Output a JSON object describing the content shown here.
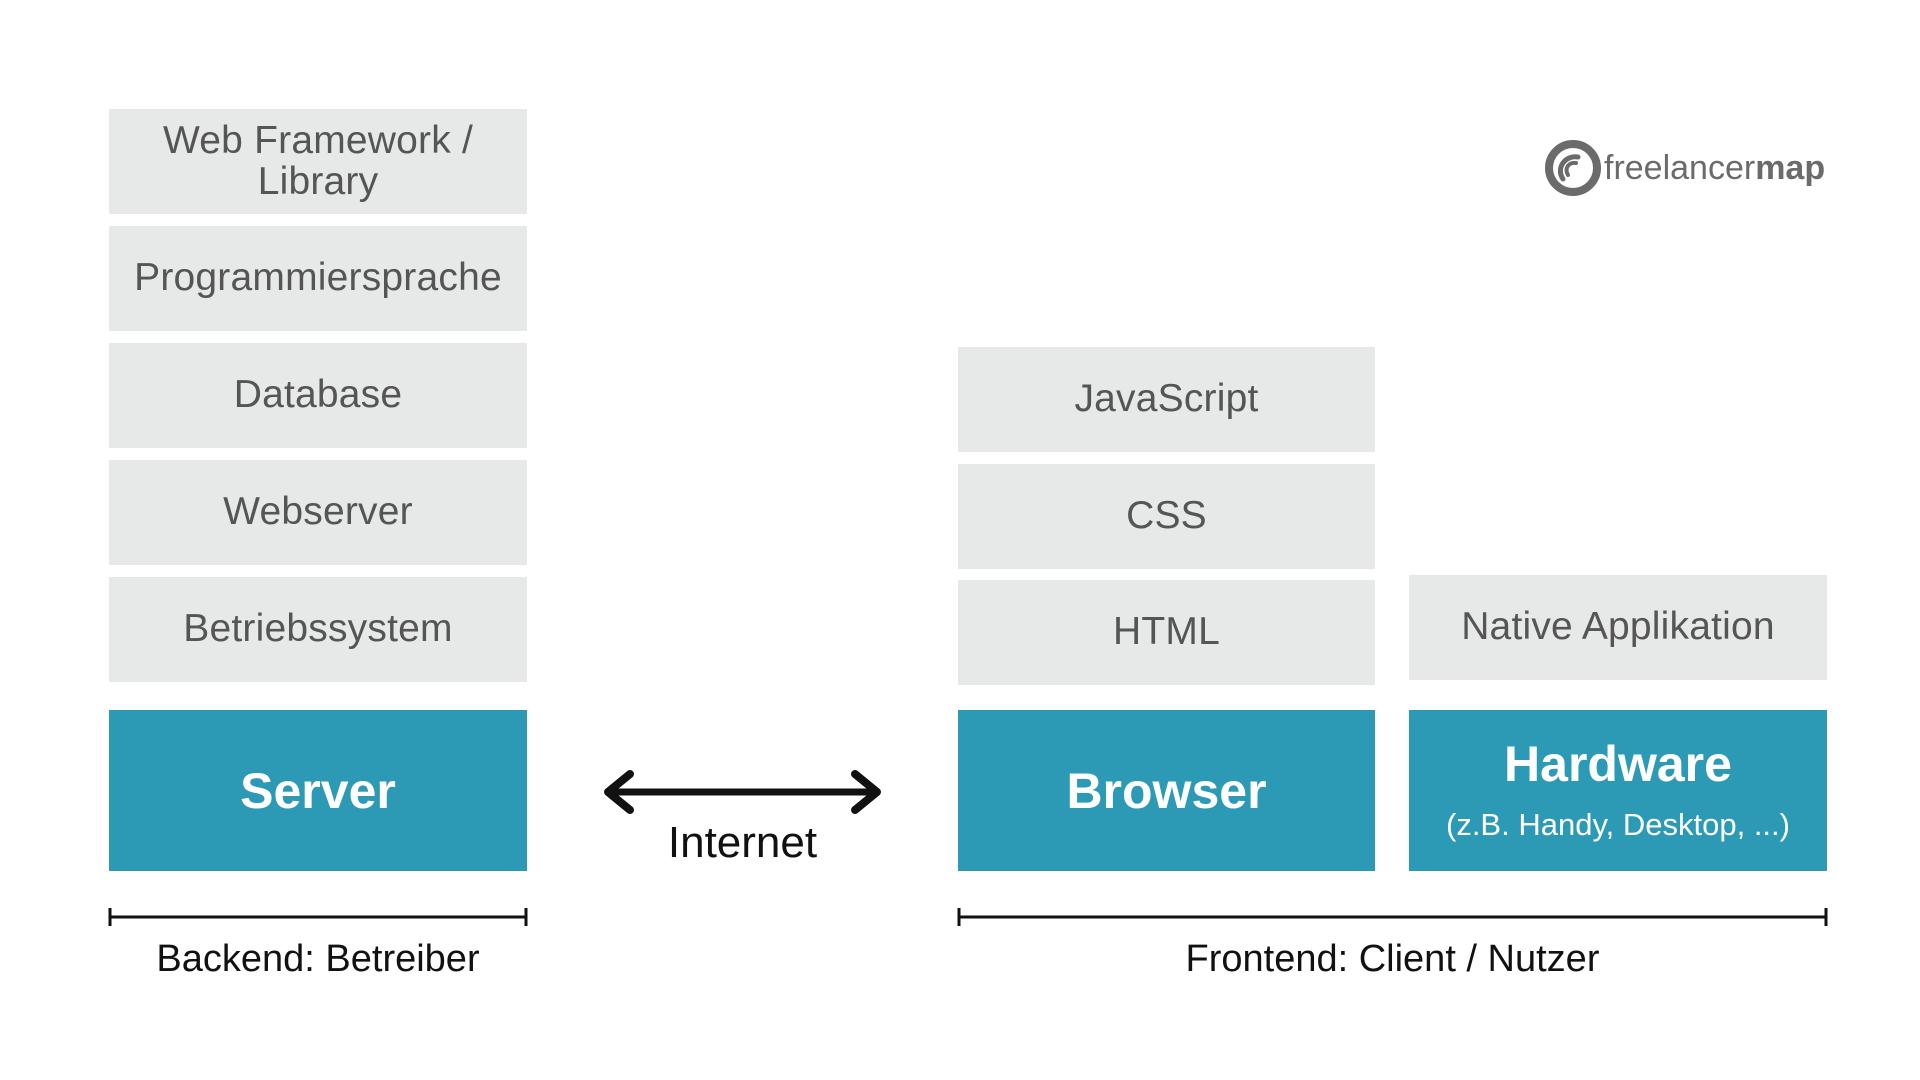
{
  "backend": {
    "layers": [
      "Web Framework /\nLibrary",
      "Programmiersprache",
      "Database",
      "Webserver",
      "Betriebssystem"
    ],
    "base": "Server",
    "label": "Backend: Betreiber"
  },
  "connection": {
    "label": "Internet"
  },
  "frontend": {
    "browser_layers": [
      "JavaScript",
      "CSS",
      "HTML"
    ],
    "browser_base": "Browser",
    "native_layer": "Native Applikation",
    "hardware_base": "Hardware",
    "hardware_sub": "(z.B. Handy, Desktop, ...)",
    "label": "Frontend: Client / Nutzer"
  },
  "logo": {
    "part1": "freelancer",
    "part2": "map"
  },
  "colors": {
    "layer_bg": "#e7e8e8",
    "layer_text": "#555555",
    "accent": "#2c9ab5"
  }
}
